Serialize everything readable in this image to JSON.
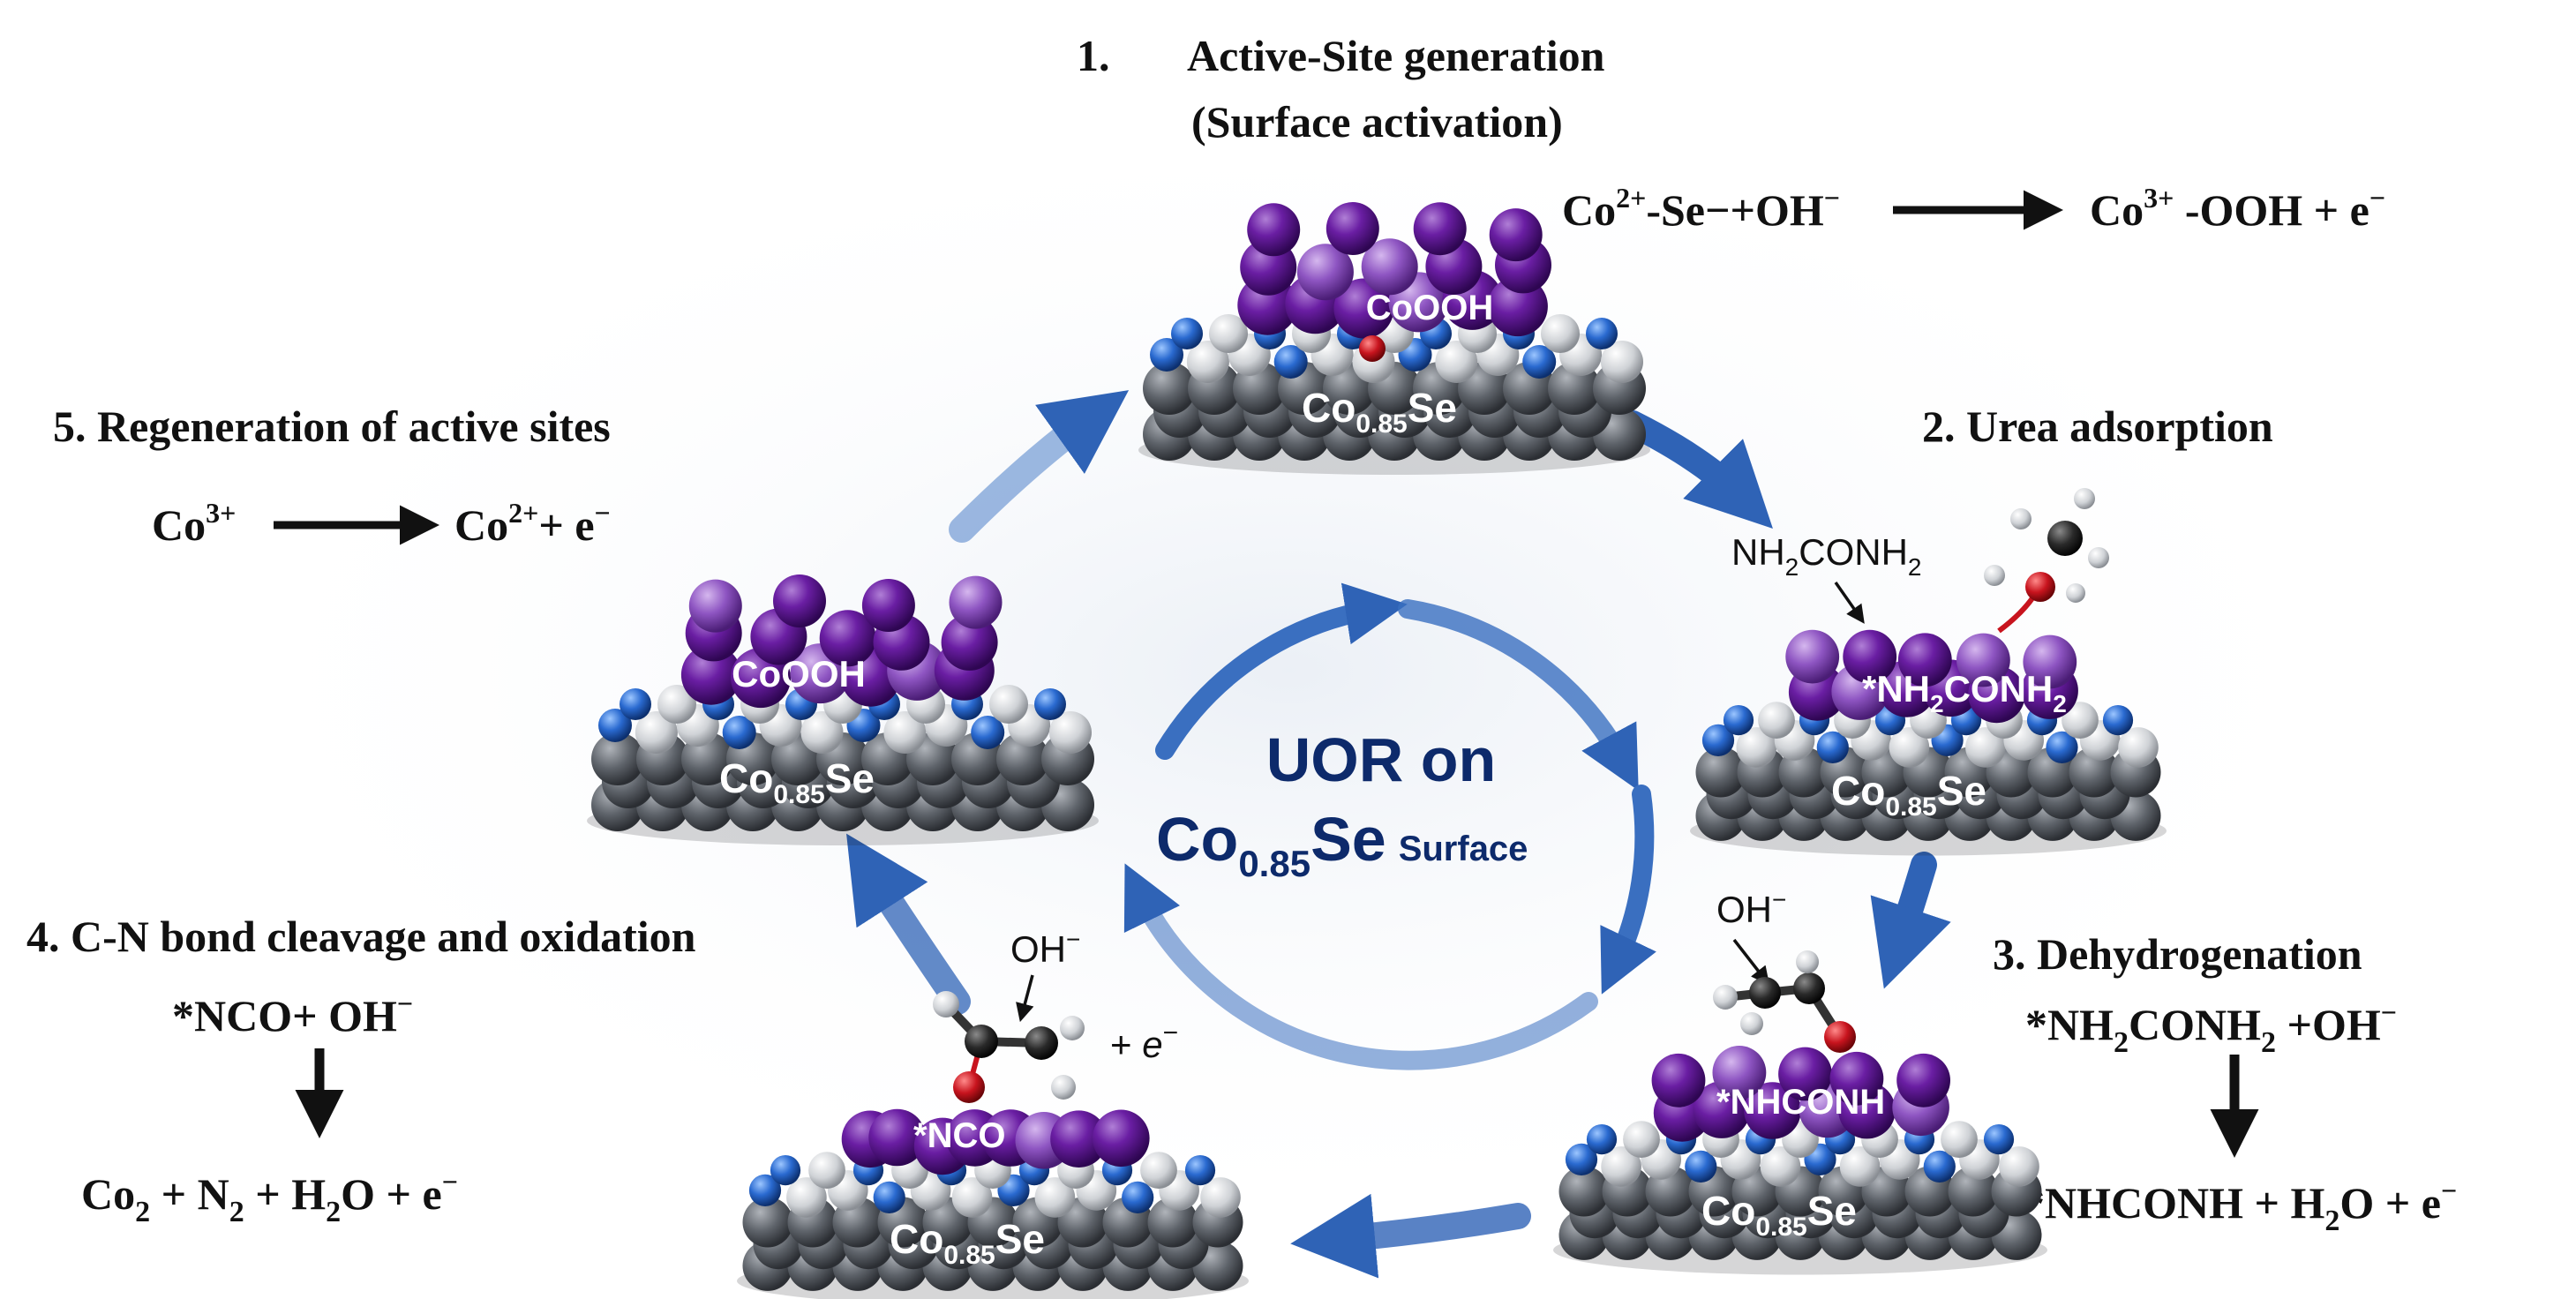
{
  "steps": {
    "s1": {
      "number": "1.",
      "title": "Active-Site generation",
      "subtitle": "(Surface activation)",
      "eq": {
        "co": "Co",
        "co_charge": "2+",
        "rest_left": "-Se−+OH",
        "oh_charge": "−",
        "co3_charge": "3+",
        "rest_right": " -OOH + e",
        "e_charge": "−"
      }
    },
    "s2": {
      "title": "2. Urea adsorption"
    },
    "s3": {
      "title": "3. Dehydrogenation",
      "eq": {
        "a1": "*NH",
        "sub": "2",
        "a2": "CONH",
        "a3": " +OH",
        "oh_charge": "−",
        "b1": "*NHCONH + H",
        "b2": "O + e",
        "e_charge": "−"
      }
    },
    "s4": {
      "title": "4. C-N bond cleavage and oxidation",
      "eq": {
        "a1": "*NCO+ OH",
        "oh_charge": "−",
        "co": "Co",
        "sub2": "2",
        "plus_n": " + N",
        "plus_h": " + H",
        "tail": "O + e",
        "e_charge": "−"
      }
    },
    "s5": {
      "title": "5. Regeneration of active sites",
      "eq": {
        "co": "Co",
        "co3_charge": "3+",
        "co2_charge": "2+",
        "tail": "+ e",
        "e_charge": "−"
      }
    }
  },
  "center": {
    "line1": "UOR on",
    "co": "Co",
    "sub": "0.85",
    "se": "Se",
    "surface": "Surface"
  },
  "clusters": {
    "co": "Co",
    "sub": "0.85",
    "se": "Se",
    "c1": {
      "top": "CoOOH"
    },
    "c2": {
      "a1": "*NH",
      "sub": "2",
      "a2": "CONH"
    },
    "c3": {
      "top": "*NHCONH"
    },
    "c4": {
      "top": "*NCO"
    },
    "c5": {
      "top": "CoOOH"
    }
  },
  "molecules": {
    "urea": {
      "a1": "NH",
      "sub": "2",
      "a2": "CONH"
    },
    "oh": {
      "text": "OH",
      "charge": "−"
    },
    "electron": {
      "text": "+ ",
      "e": "e",
      "charge": "−"
    }
  },
  "colors": {
    "cobalt_oxyhydroxide": "#6a1ea3",
    "cobalt_light": "#8e55c2",
    "selenium_blue": "#2a6ad0",
    "surface_white": "#cfd2d6",
    "substrate_gray": "#5e636a",
    "oxygen_red": "#c8141e",
    "carbon_black": "#2a2a2a",
    "cycle_arrow_blue": "#2f63b6",
    "center_title_navy": "#0d2a6b"
  }
}
